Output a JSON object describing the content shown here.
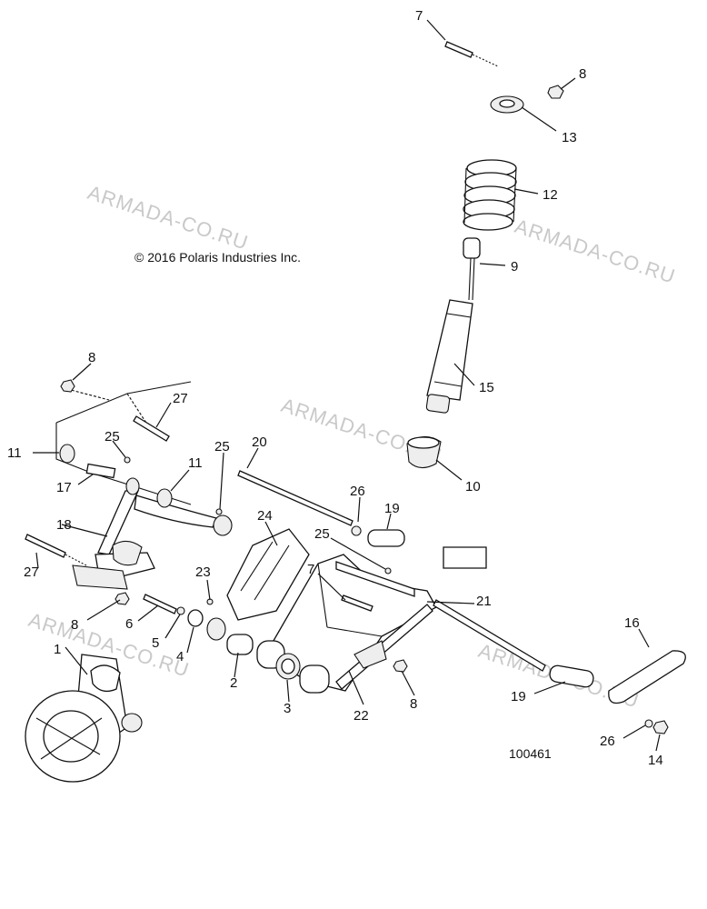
{
  "diagram": {
    "copyright": "© 2016 Polaris Industries Inc.",
    "figure_number": "100461",
    "watermark": "ARMADA-CO.RU",
    "colors": {
      "ink": "#111111",
      "watermark": "#c9c9c9",
      "background": "#ffffff"
    },
    "callouts": [
      "7",
      "8",
      "13",
      "12",
      "9",
      "15",
      "10",
      "8",
      "27",
      "25",
      "11",
      "11",
      "25",
      "20",
      "17",
      "26",
      "19",
      "18",
      "24",
      "25",
      "27",
      "23",
      "7",
      "21",
      "16",
      "8",
      "6",
      "5",
      "4",
      "2",
      "3",
      "22",
      "8",
      "19",
      "1",
      "26",
      "14"
    ]
  }
}
